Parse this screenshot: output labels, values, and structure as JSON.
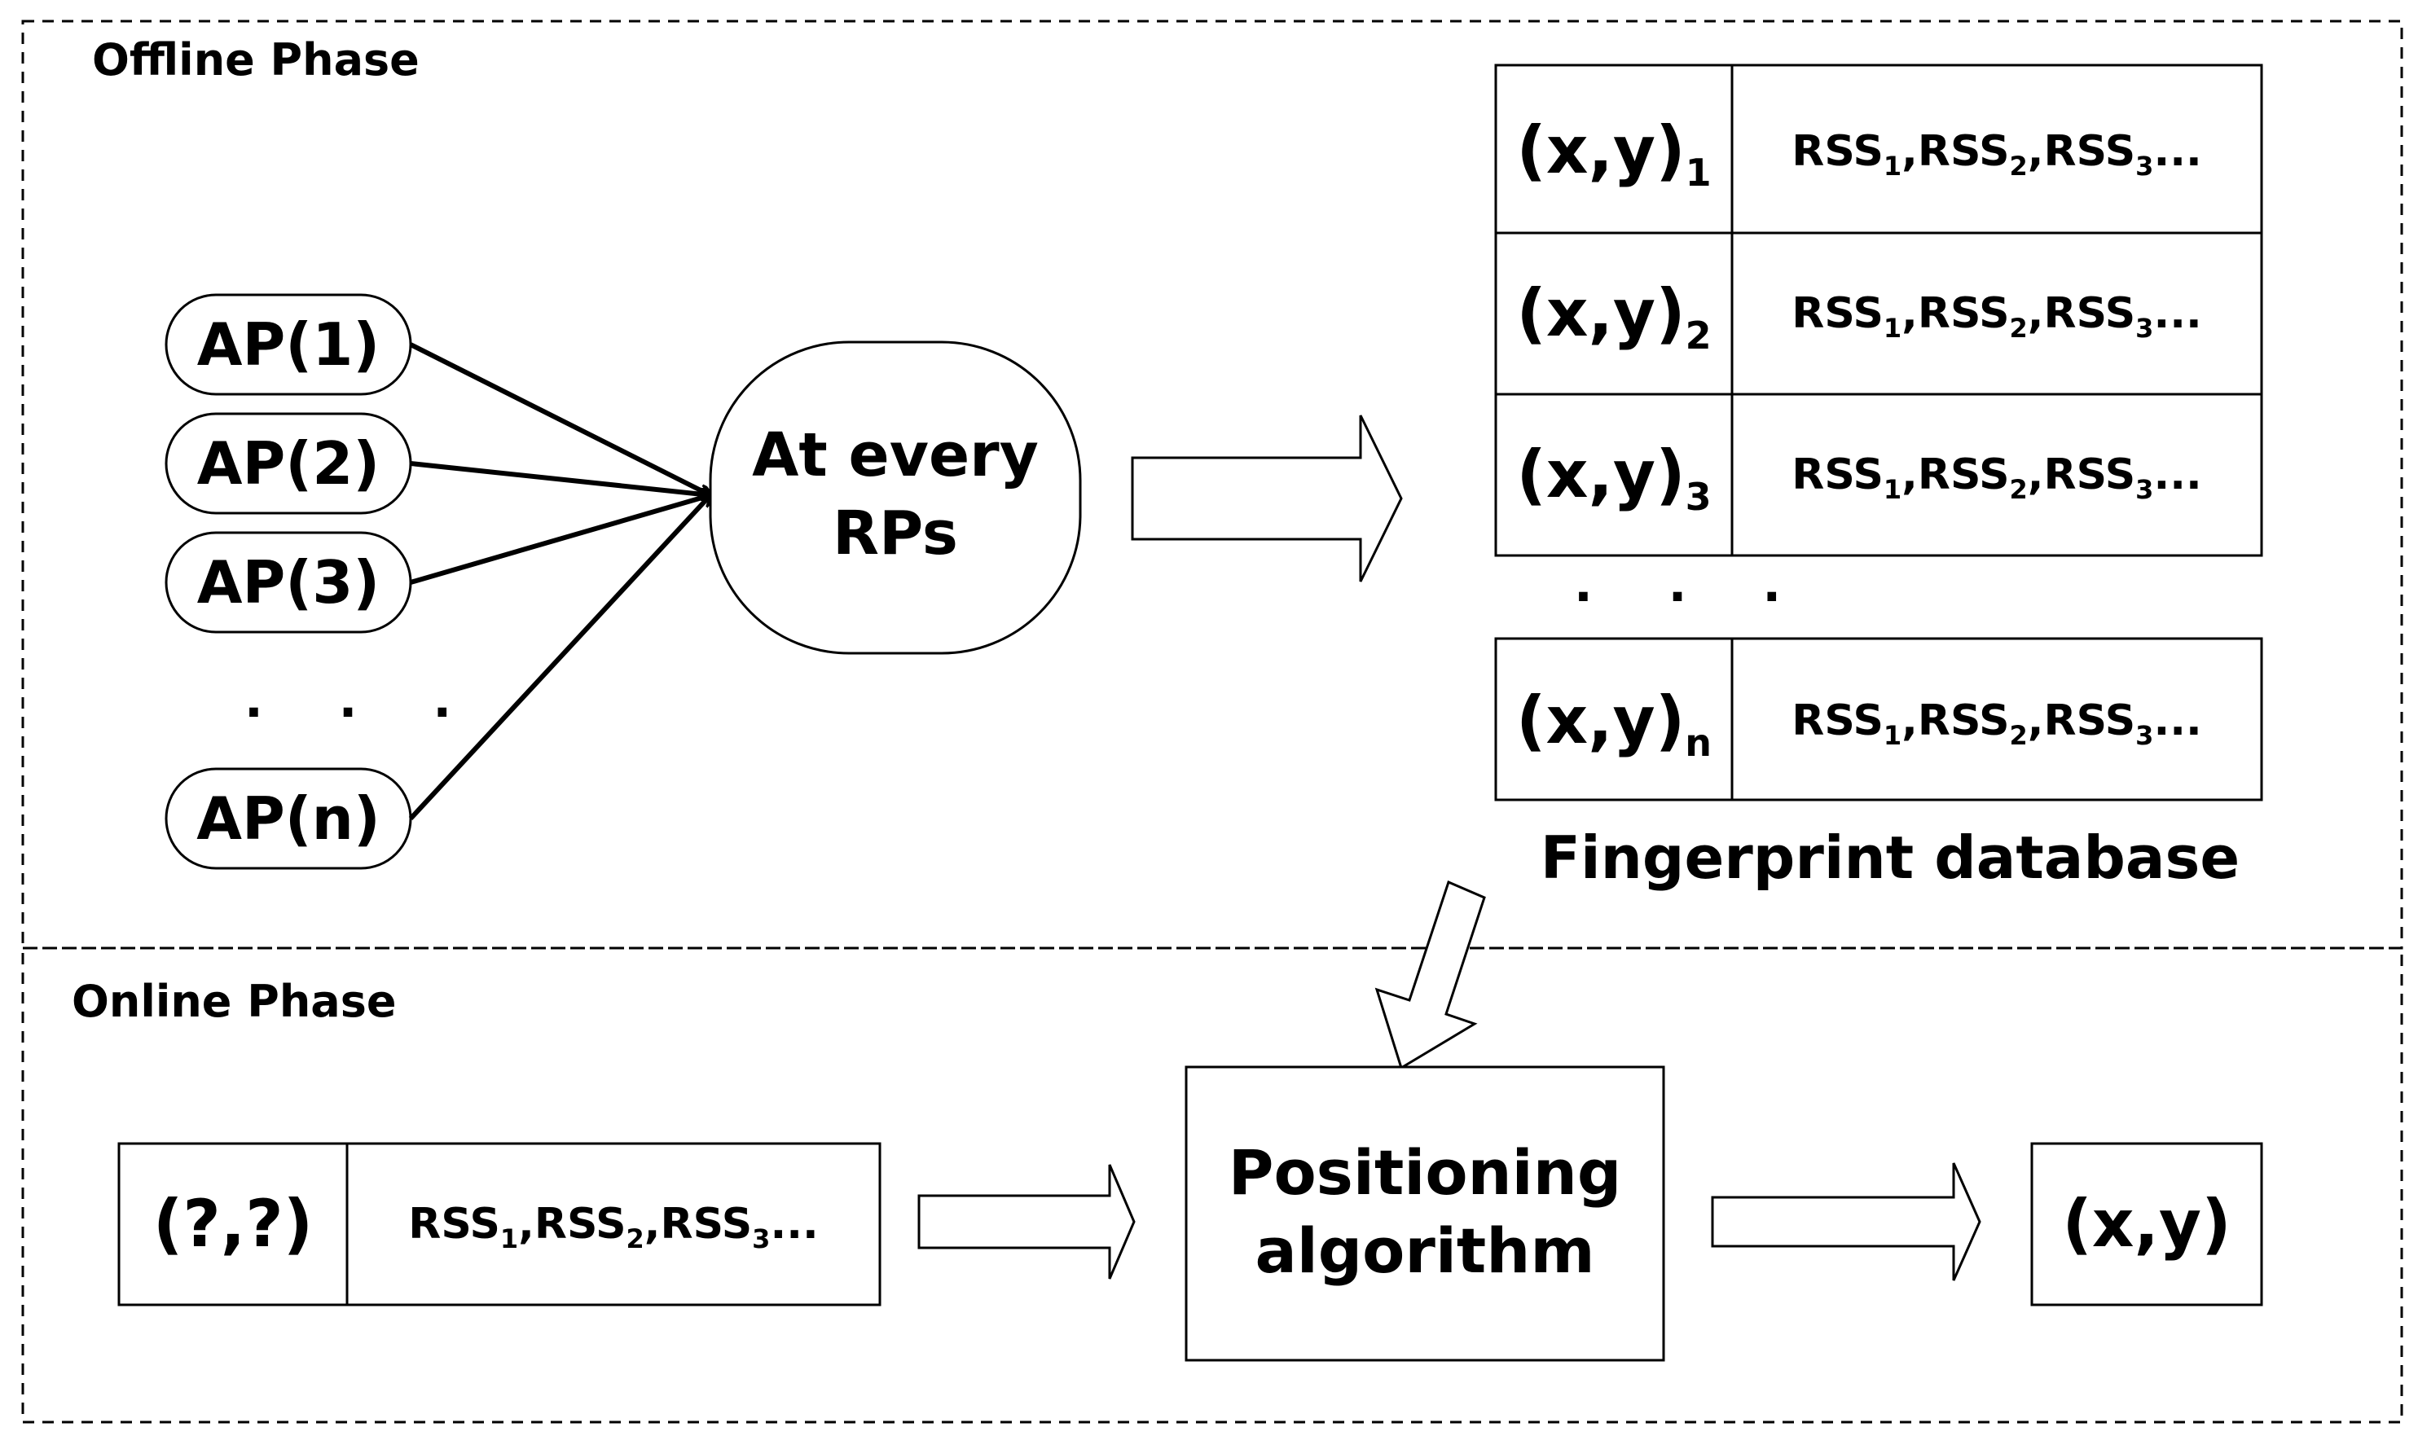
{
  "offline": {
    "title": "Offline Phase",
    "access_points": [
      "AP(1)",
      "AP(2)",
      "AP(3)",
      "AP(n)"
    ],
    "ap_ellipsis": ". . .",
    "rp_node": {
      "line1": "At every",
      "line2": "RPs"
    },
    "database": {
      "rows": [
        {
          "coord": "(x,y)",
          "sub": "1",
          "rss": [
            "RSS",
            "1",
            ",RSS",
            "2",
            ",RSS",
            "3",
            "..."
          ]
        },
        {
          "coord": "(x,y)",
          "sub": "2",
          "rss": [
            "RSS",
            "1",
            ",RSS",
            "2",
            ",RSS",
            "3",
            "..."
          ]
        },
        {
          "coord": "(x,y)",
          "sub": "3",
          "rss": [
            "RSS",
            "1",
            ",RSS",
            "2",
            ",RSS",
            "3",
            "..."
          ]
        }
      ],
      "ellipsis": ". . .",
      "last_row": {
        "coord": "(x,y)",
        "sub": "n",
        "rss": [
          "RSS",
          "1",
          ",RSS",
          "2",
          ",RSS",
          "3",
          "..."
        ]
      },
      "caption": "Fingerprint database"
    }
  },
  "online": {
    "title": "Online Phase",
    "query": {
      "coord": "(?,?)",
      "rss": [
        "RSS",
        "1",
        ",RSS",
        "2",
        ",RSS",
        "3",
        "..."
      ]
    },
    "algorithm": {
      "line1": "Positioning",
      "line2": "algorithm"
    },
    "result": "(x,y)"
  }
}
